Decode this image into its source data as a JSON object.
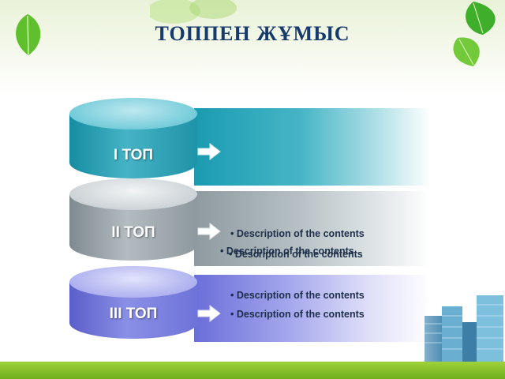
{
  "slide": {
    "title": "ТОППЕН ЖҰМЫС",
    "groups": [
      {
        "label": "I ТОП",
        "items": []
      },
      {
        "label": "II ТОП",
        "items": [
          "Description of the contents",
          "Description of the contents",
          "Description of the contents"
        ]
      },
      {
        "label": "III ТОП",
        "items": [
          "Description of the contents",
          "Description of the contents"
        ]
      }
    ],
    "bullet": "•"
  },
  "colors": {
    "title": "#173a6c",
    "group1": "#1a9bb0",
    "group2": "#8e9aa0",
    "group3": "#6a6ed8",
    "ground": "#7fbf22"
  },
  "icons": [
    "leaf-icon",
    "arrow-right-icon",
    "building-icon"
  ]
}
